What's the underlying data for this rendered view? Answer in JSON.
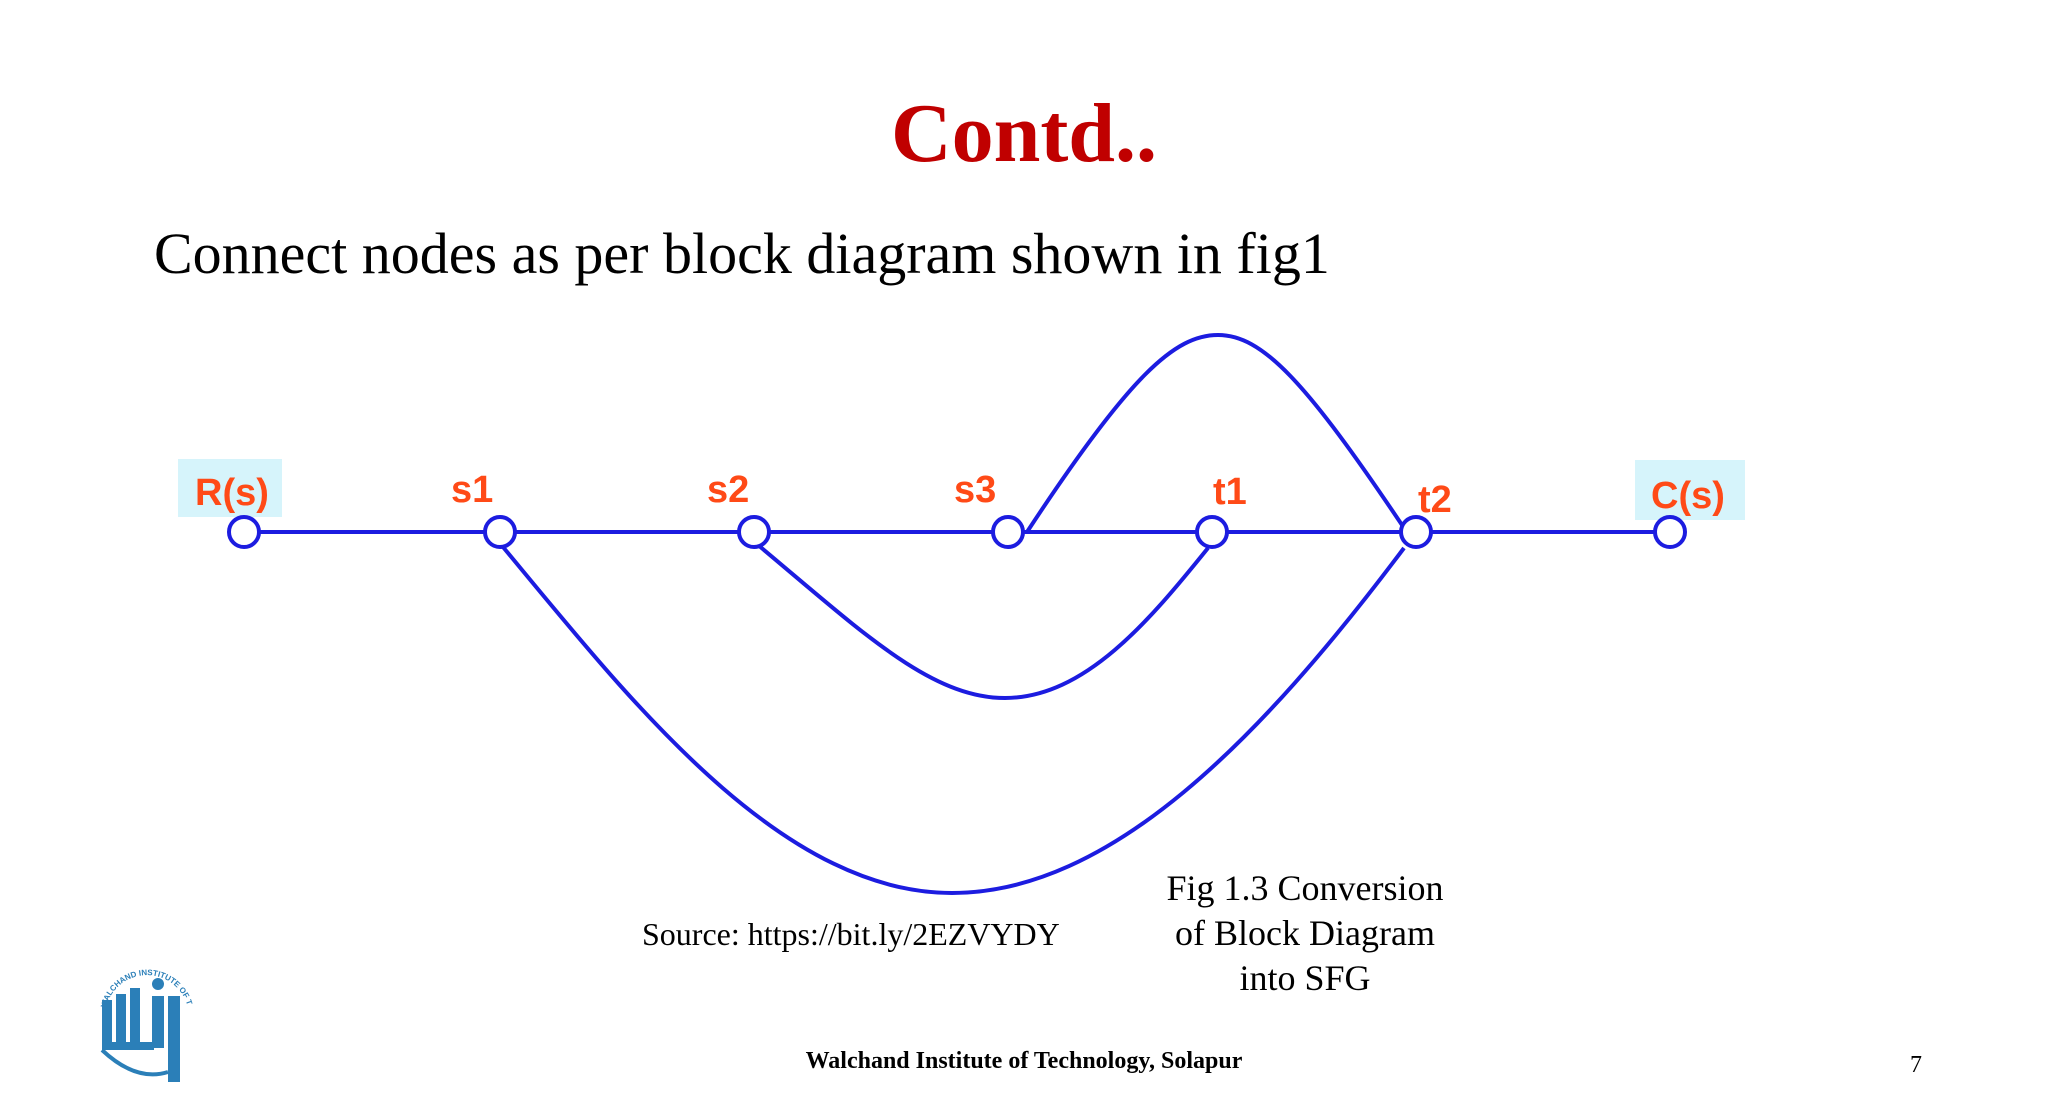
{
  "slide": {
    "title": "Contd..",
    "subtitle": "Connect nodes as per block diagram shown in fig1",
    "source": "Source: https://bit.ly/2EZVYDY",
    "caption_lines": [
      "Fig 1.3 Conversion",
      "of Block Diagram",
      "into SFG"
    ],
    "footer": "Walchand Institute of Technology, Solapur",
    "page_number": "7"
  },
  "diagram": {
    "nodes": [
      {
        "id": "R",
        "label": "R(s)",
        "highlight": true
      },
      {
        "id": "s1",
        "label": "s1",
        "highlight": false
      },
      {
        "id": "s2",
        "label": "s2",
        "highlight": false
      },
      {
        "id": "s3",
        "label": "s3",
        "highlight": false
      },
      {
        "id": "t1",
        "label": "t1",
        "highlight": false
      },
      {
        "id": "t2",
        "label": "t2",
        "highlight": false
      },
      {
        "id": "C",
        "label": "C(s)",
        "highlight": true
      }
    ],
    "edges": [
      {
        "from": "R",
        "to": "s1",
        "shape": "straight"
      },
      {
        "from": "s1",
        "to": "s2",
        "shape": "straight"
      },
      {
        "from": "s2",
        "to": "s3",
        "shape": "straight"
      },
      {
        "from": "s3",
        "to": "t1",
        "shape": "straight"
      },
      {
        "from": "t1",
        "to": "t2",
        "shape": "straight"
      },
      {
        "from": "t2",
        "to": "C",
        "shape": "straight"
      },
      {
        "from": "s3",
        "to": "t2",
        "shape": "arc-above"
      },
      {
        "from": "s2",
        "to": "t1",
        "shape": "arc-below"
      },
      {
        "from": "s1",
        "to": "t2",
        "shape": "arc-below-deep"
      }
    ],
    "colors": {
      "line": "#1c1ce0",
      "label": "#ff4a17",
      "label_highlight": "#d6f4fb"
    }
  },
  "logo": {
    "name": "walchand-institute-logo",
    "text": "WALCHAND INSTITUTE OF TECHNOLOGY",
    "colors": {
      "primary": "#2b7fb8"
    }
  }
}
